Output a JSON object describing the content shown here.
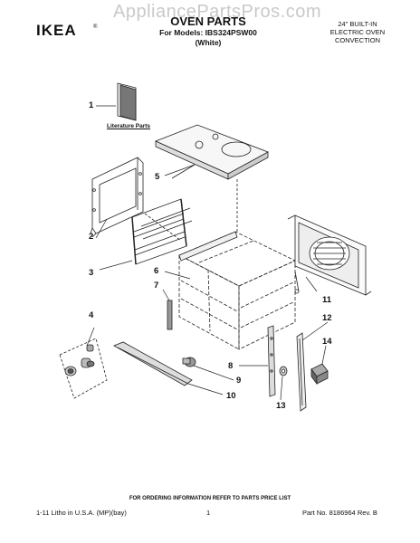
{
  "watermark": "AppliancePartsPros.com",
  "brand": {
    "logo_text": "IKEA",
    "registered": "®"
  },
  "header": {
    "title": "OVEN PARTS",
    "models_line": "For Models: IBS324PSW00",
    "color_line": "(White)",
    "corner_lines": [
      "24\" BUILT-IN",
      "ELECTRIC OVEN",
      "CONVECTION"
    ]
  },
  "parts": {
    "literature_label": "Literature Parts",
    "callouts": [
      {
        "num": "1",
        "part": "literature"
      },
      {
        "num": "2",
        "part": "side panel"
      },
      {
        "num": "3",
        "part": "rack"
      },
      {
        "num": "4",
        "part": "knobs"
      },
      {
        "num": "5",
        "part": "top cover"
      },
      {
        "num": "6",
        "part": "oven cavity"
      },
      {
        "num": "7",
        "part": "sensor"
      },
      {
        "num": "8",
        "part": "hinge"
      },
      {
        "num": "9",
        "part": "clip"
      },
      {
        "num": "10",
        "part": "trim"
      },
      {
        "num": "11",
        "part": "convection fan panel"
      },
      {
        "num": "12",
        "part": "strip"
      },
      {
        "num": "13",
        "part": "washer"
      },
      {
        "num": "14",
        "part": "switch"
      }
    ]
  },
  "footer": {
    "ordering_note": "FOR ORDERING INFORMATION REFER TO PARTS PRICE LIST",
    "litho": "1-11 Litho in U.S.A. (MP)(bay)",
    "page": "1",
    "part_no": "Part No. 8186964 Rev. B"
  }
}
